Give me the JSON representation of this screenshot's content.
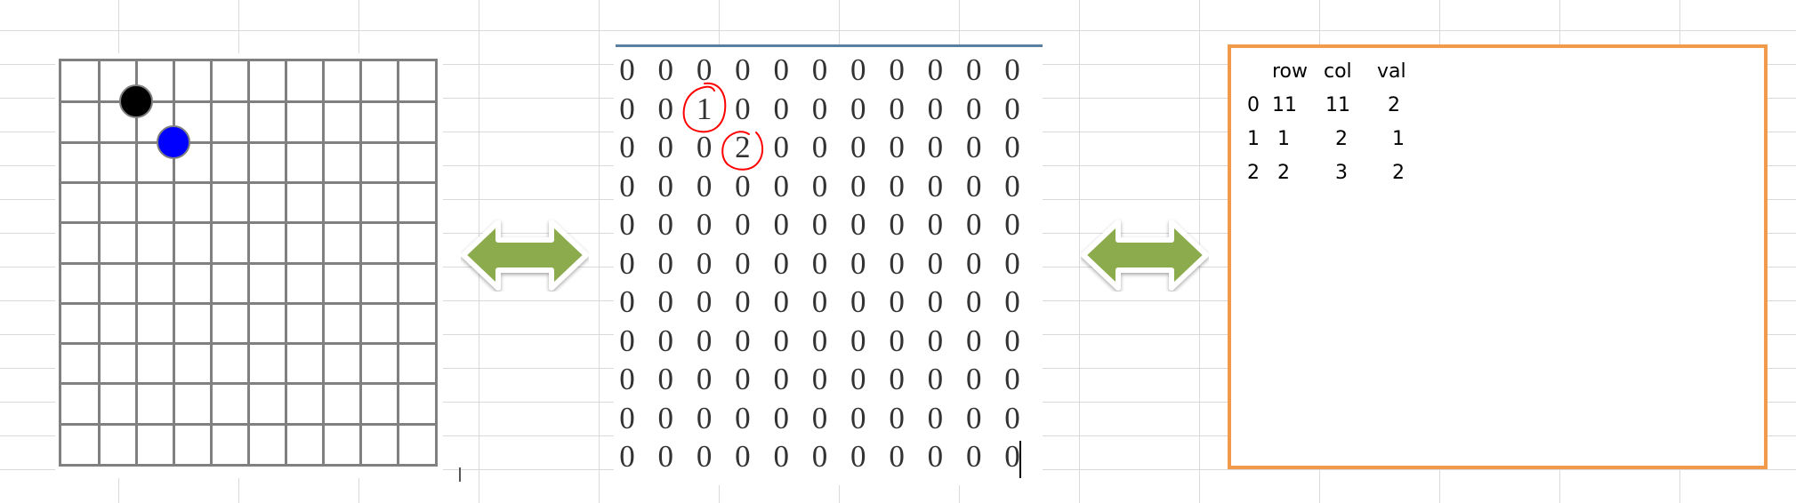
{
  "board": {
    "lines": 11,
    "stones": [
      {
        "color": "black",
        "row": 1,
        "col": 2
      },
      {
        "color": "blue",
        "row": 2,
        "col": 3
      }
    ]
  },
  "matrix": {
    "rows": [
      [
        "0",
        "0",
        "0",
        "0",
        "0",
        "0",
        "0",
        "0",
        "0",
        "0",
        "0"
      ],
      [
        "0",
        "0",
        "1",
        "0",
        "0",
        "0",
        "0",
        "0",
        "0",
        "0",
        "0"
      ],
      [
        "0",
        "0",
        "0",
        "2",
        "0",
        "0",
        "0",
        "0",
        "0",
        "0",
        "0"
      ],
      [
        "0",
        "0",
        "0",
        "0",
        "0",
        "0",
        "0",
        "0",
        "0",
        "0",
        "0"
      ],
      [
        "0",
        "0",
        "0",
        "0",
        "0",
        "0",
        "0",
        "0",
        "0",
        "0",
        "0"
      ],
      [
        "0",
        "0",
        "0",
        "0",
        "0",
        "0",
        "0",
        "0",
        "0",
        "0",
        "0"
      ],
      [
        "0",
        "0",
        "0",
        "0",
        "0",
        "0",
        "0",
        "0",
        "0",
        "0",
        "0"
      ],
      [
        "0",
        "0",
        "0",
        "0",
        "0",
        "0",
        "0",
        "0",
        "0",
        "0",
        "0"
      ],
      [
        "0",
        "0",
        "0",
        "0",
        "0",
        "0",
        "0",
        "0",
        "0",
        "0",
        "0"
      ],
      [
        "0",
        "0",
        "0",
        "0",
        "0",
        "0",
        "0",
        "0",
        "0",
        "0",
        "0"
      ],
      [
        "0",
        "0",
        "0",
        "0",
        "0",
        "0",
        "0",
        "0",
        "0",
        "0",
        "0"
      ]
    ],
    "highlighted": [
      {
        "row": 1,
        "col": 2
      },
      {
        "row": 2,
        "col": 3
      }
    ]
  },
  "sparse_table": {
    "headers": [
      "row",
      "col",
      "val"
    ],
    "rows": [
      {
        "index": "0",
        "row": "11",
        "col": "11",
        "val": "2"
      },
      {
        "index": "1",
        "row": "1",
        "col": "2",
        "val": "1"
      },
      {
        "index": "2",
        "row": "2",
        "col": "3",
        "val": "2"
      }
    ]
  },
  "colors": {
    "grid_line": "#808080",
    "black_stone": "#000000",
    "blue_stone": "#0000ff",
    "arrow_fill": "#8cab4e",
    "box_border": "#f19a4a",
    "circle_mark": "#ff0000"
  }
}
